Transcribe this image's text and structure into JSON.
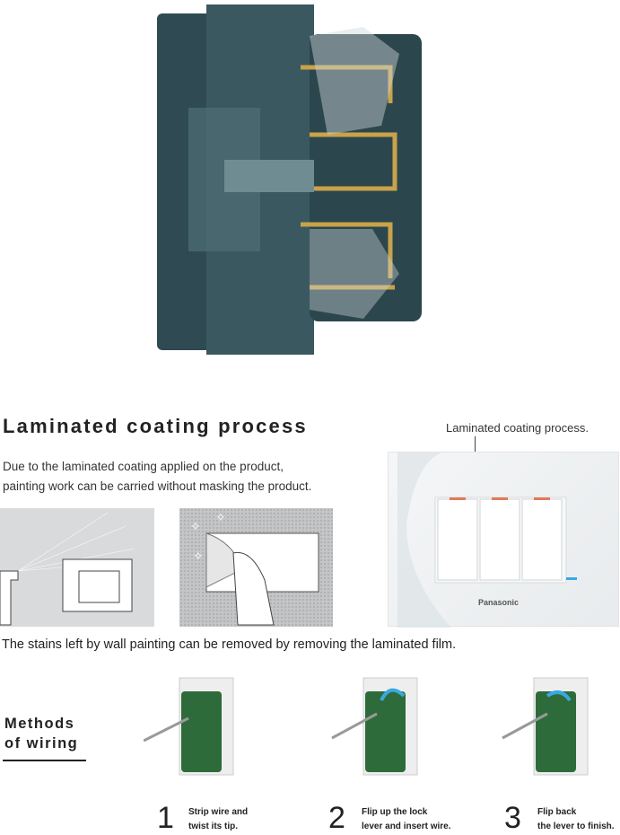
{
  "section": {
    "title": "Laminated coating process",
    "description_line1": "Due to the laminated coating applied on the product,",
    "description_line2": "painting work can be carried without masking the product.",
    "panel_label": "Laminated coating process.",
    "panel_brand": "Panasonic",
    "caption": "The stains left by wall painting can be removed by removing the laminated film."
  },
  "wiring": {
    "title_line1": "Methods",
    "title_line2": "of wiring",
    "steps": [
      {
        "number": "1",
        "line1": "Strip wire and",
        "line2": "twist its tip."
      },
      {
        "number": "2",
        "line1": "Flip up the lock",
        "line2": "lever and insert wire."
      },
      {
        "number": "3",
        "line1": "Flip back",
        "line2": "the lever to finish."
      }
    ]
  },
  "colors": {
    "housing": "#2f4a52",
    "contact": "#c9a24a",
    "module": "#2e6b3a",
    "accent": "#e07a5a"
  }
}
